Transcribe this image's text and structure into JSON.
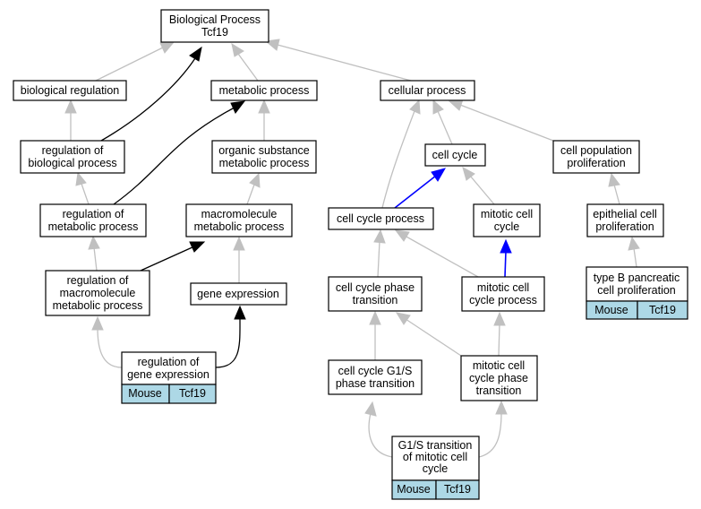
{
  "nodes": {
    "bp_tcf19": [
      "Biological Process",
      "Tcf19"
    ],
    "biological_regulation": [
      "biological regulation"
    ],
    "metabolic_process": [
      "metabolic process"
    ],
    "cellular_process": [
      "cellular process"
    ],
    "regulation_of_biological_process": [
      "regulation of",
      "biological process"
    ],
    "organic_substance_metabolic_process": [
      "organic substance",
      "metabolic process"
    ],
    "cell_cycle": [
      "cell cycle"
    ],
    "cell_population_proliferation": [
      "cell population",
      "proliferation"
    ],
    "regulation_of_metabolic_process": [
      "regulation of",
      "metabolic process"
    ],
    "macromolecule_metabolic_process": [
      "macromolecule",
      "metabolic process"
    ],
    "cell_cycle_process": [
      "cell cycle process"
    ],
    "mitotic_cell_cycle": [
      "mitotic cell",
      "cycle"
    ],
    "epithelial_cell_proliferation": [
      "epithelial cell",
      "proliferation"
    ],
    "regulation_of_macromolecule_metabolic_process": [
      "regulation of",
      "macromolecule",
      "metabolic process"
    ],
    "gene_expression": [
      "gene expression"
    ],
    "cell_cycle_phase_transition": [
      "cell cycle phase",
      "transition"
    ],
    "mitotic_cell_cycle_process": [
      "mitotic cell",
      "cycle process"
    ],
    "type_b_pancreatic_cell_proliferation": [
      "type B pancreatic",
      "cell proliferation"
    ],
    "regulation_of_gene_expression": [
      "regulation of",
      "gene expression"
    ],
    "cell_cycle_g1s_phase_transition": [
      "cell cycle G1/S",
      "phase transition"
    ],
    "mitotic_cell_cycle_phase_transition": [
      "mitotic cell",
      "cycle phase",
      "transition"
    ],
    "g1s_transition_of_mitotic_cell_cycle": [
      "G1/S transition",
      "of mitotic cell",
      "cycle"
    ]
  },
  "annotation_tags": {
    "species": "Mouse",
    "gene": "Tcf19"
  },
  "colors": {
    "edge_default": "#c0c0c0",
    "edge_highlight_black": "#000000",
    "edge_highlight_blue": "#0000ff",
    "annotation_fill": "#add8e6"
  }
}
